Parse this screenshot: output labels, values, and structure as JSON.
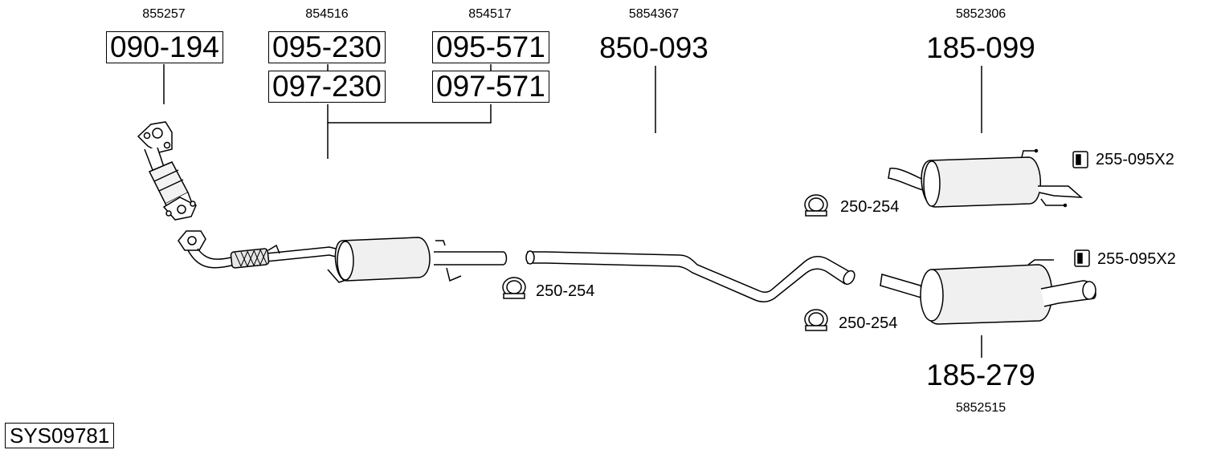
{
  "system_code": "SYS09781",
  "parts": [
    {
      "id": "p1",
      "oem": "855257",
      "codes": [
        "090-194"
      ]
    },
    {
      "id": "p2",
      "oem": "854516",
      "codes": [
        "095-230",
        "097-230"
      ]
    },
    {
      "id": "p3",
      "oem": "854517",
      "codes": [
        "095-571",
        "097-571"
      ]
    },
    {
      "id": "p4",
      "oem": "5854367",
      "codes": [
        "850-093"
      ]
    },
    {
      "id": "p5",
      "oem": "5852306",
      "codes": [
        "185-099"
      ]
    },
    {
      "id": "p6",
      "oem": "5852515",
      "codes": [
        "185-279"
      ]
    }
  ],
  "accessories": {
    "clamp_1": "250-254",
    "clamp_2": "250-254",
    "clamp_3": "250-254",
    "mount_1": "255-095X2",
    "mount_2": "255-095X2"
  }
}
